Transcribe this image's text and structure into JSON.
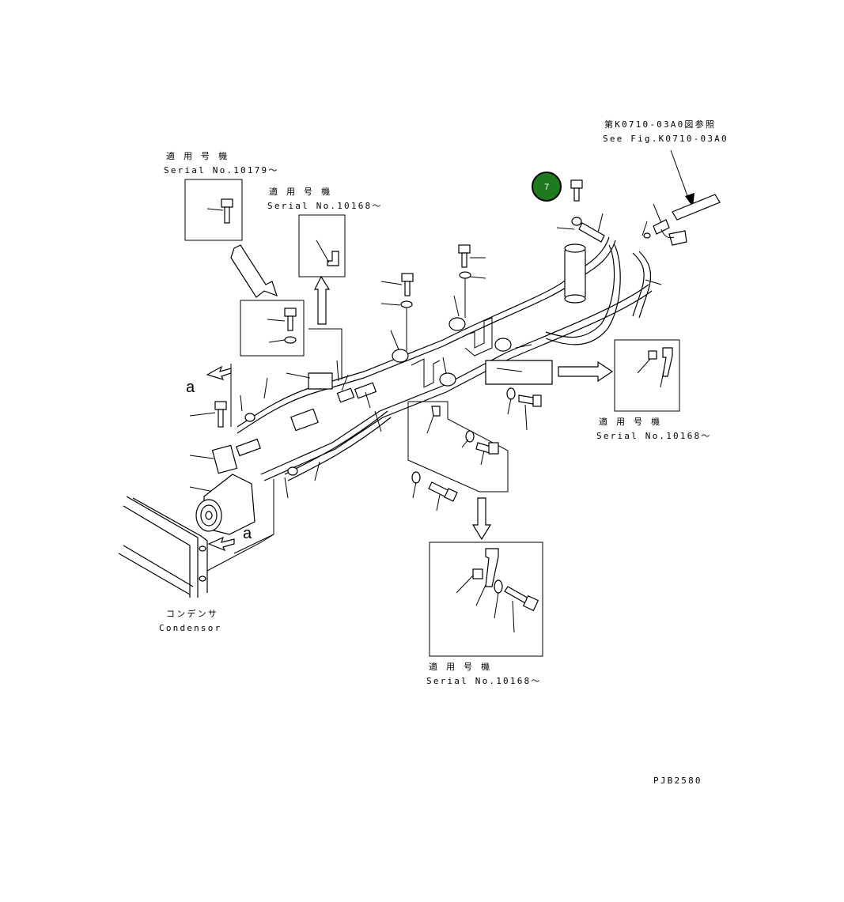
{
  "labels": {
    "see_fig_jp": "第K0710-03A0図参照",
    "see_fig_en": "See Fig.K0710-03A0",
    "applicable_jp": "適 用 号 機",
    "serial_10179": "Serial No.10179～",
    "serial_10168": "Serial No.10168～",
    "condenser_jp": "コンデンサ",
    "condenser_en": "Condensor",
    "view_a": "a",
    "drawing_no": "PJB2580"
  },
  "callout": {
    "number": "7",
    "color": "#1e7a1e",
    "border_color": "#000000"
  }
}
